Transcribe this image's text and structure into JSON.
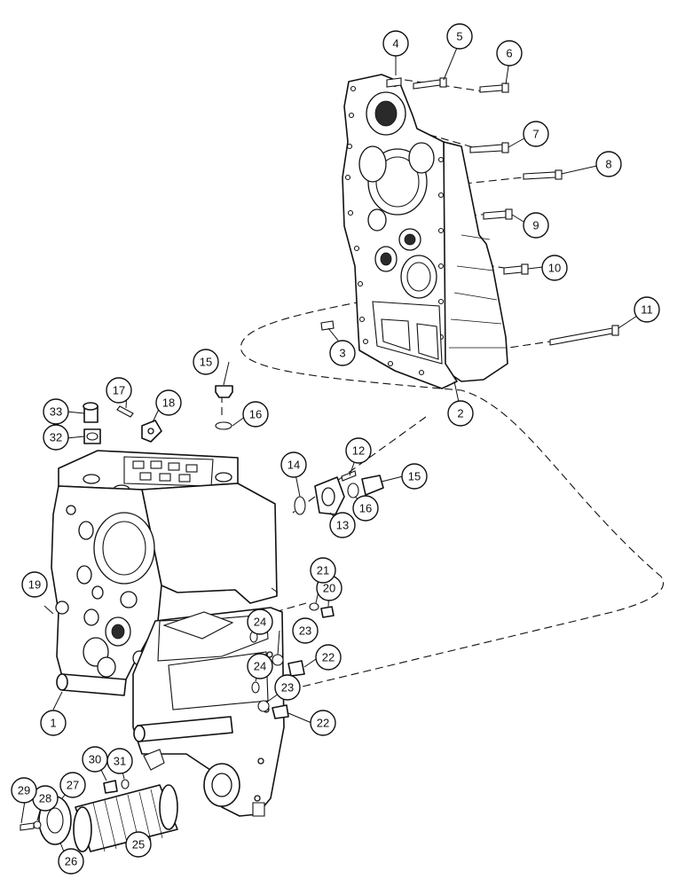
{
  "callouts": [
    {
      "id": "c1",
      "label": "1"
    },
    {
      "id": "c2",
      "label": "2"
    },
    {
      "id": "c3",
      "label": "3"
    },
    {
      "id": "c4",
      "label": "4"
    },
    {
      "id": "c5",
      "label": "5"
    },
    {
      "id": "c6",
      "label": "6"
    },
    {
      "id": "c7",
      "label": "7"
    },
    {
      "id": "c8",
      "label": "8"
    },
    {
      "id": "c9",
      "label": "9"
    },
    {
      "id": "c10",
      "label": "10"
    },
    {
      "id": "c11",
      "label": "11"
    },
    {
      "id": "c12",
      "label": "12"
    },
    {
      "id": "c13",
      "label": "13"
    },
    {
      "id": "c14",
      "label": "14"
    },
    {
      "id": "c15a",
      "label": "15"
    },
    {
      "id": "c15b",
      "label": "15"
    },
    {
      "id": "c16a",
      "label": "16"
    },
    {
      "id": "c16b",
      "label": "16"
    },
    {
      "id": "c17",
      "label": "17"
    },
    {
      "id": "c18",
      "label": "18"
    },
    {
      "id": "c19",
      "label": "19"
    },
    {
      "id": "c20",
      "label": "20"
    },
    {
      "id": "c21",
      "label": "21"
    },
    {
      "id": "c22a",
      "label": "22"
    },
    {
      "id": "c22b",
      "label": "22"
    },
    {
      "id": "c23a",
      "label": "23"
    },
    {
      "id": "c23b",
      "label": "23"
    },
    {
      "id": "c24a",
      "label": "24"
    },
    {
      "id": "c24b",
      "label": "24"
    },
    {
      "id": "c25",
      "label": "25"
    },
    {
      "id": "c26",
      "label": "26"
    },
    {
      "id": "c27",
      "label": "27"
    },
    {
      "id": "c28",
      "label": "28"
    },
    {
      "id": "c29",
      "label": "29"
    },
    {
      "id": "c30",
      "label": "30"
    },
    {
      "id": "c31",
      "label": "31"
    },
    {
      "id": "c32",
      "label": "32"
    },
    {
      "id": "c33",
      "label": "33"
    }
  ]
}
